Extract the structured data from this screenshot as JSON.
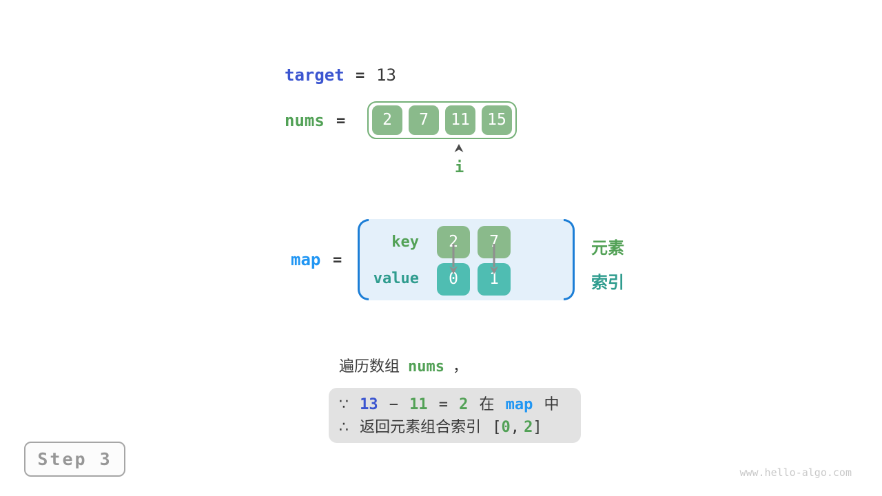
{
  "page": {
    "step_label": "Step 3",
    "watermark": "www.hello-algo.com"
  },
  "colors": {
    "target_blue": "#3b55d0",
    "map_blue": "#2196f3",
    "green_text": "#52a156",
    "teal_text": "#2f9c8e",
    "cell_green": "#8aba8b",
    "cell_teal": "#4fbdb2",
    "map_fill": "#e4f0fa",
    "map_bracket": "#1c7ed6",
    "box_gray": "#e2e2e2"
  },
  "target": {
    "label": "target",
    "equals": "=",
    "value": "13"
  },
  "nums": {
    "label": "nums",
    "equals": "=",
    "cells": [
      "2",
      "7",
      "11",
      "15"
    ],
    "pointer_label": "i",
    "pointer_index": 2
  },
  "map": {
    "label": "map",
    "equals": "=",
    "key_label": "key",
    "value_label": "value",
    "keys": [
      "2",
      "7"
    ],
    "values": [
      "0",
      "1"
    ],
    "keys_annotation": "元素",
    "values_annotation": "索引"
  },
  "caption": {
    "prefix": "遍历数组",
    "code": "nums",
    "suffix": "，"
  },
  "conclusion": {
    "line1": {
      "because": "∵",
      "minuend": "13",
      "minus": "−",
      "subtrahend": "11",
      "equals": "=",
      "difference": "2",
      "in_prefix": "在",
      "map": "map",
      "in_suffix": "中"
    },
    "line2": {
      "therefore": "∴",
      "text": "返回元素组合索引",
      "bracket_open": "[",
      "index1": "0",
      "comma": ",",
      "index2": "2",
      "bracket_close": "]"
    }
  }
}
